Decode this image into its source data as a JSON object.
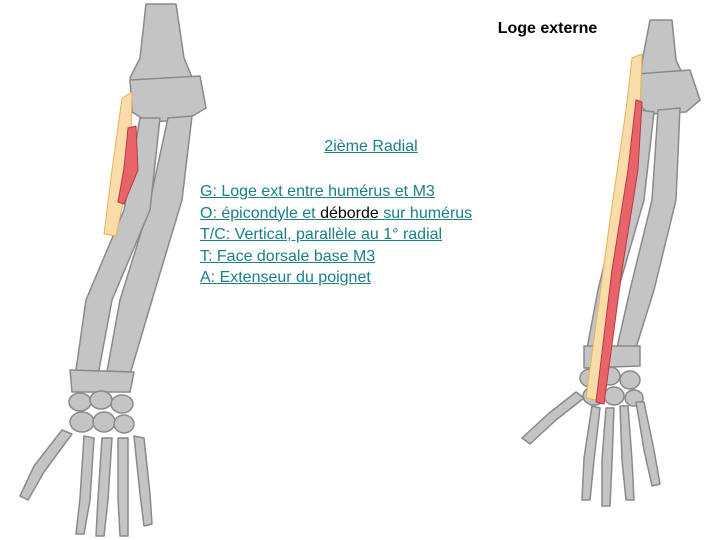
{
  "heading": "Loge externe",
  "muscle_title": "2ième Radial",
  "facts": [
    {
      "parts": [
        "G: Loge ext entre humérus et M3"
      ]
    },
    {
      "parts": [
        "O: épicondyle et ",
        "déborde",
        " sur humérus"
      ]
    },
    {
      "parts": [
        "T/C: Vertical, parallèle au 1° radial"
      ]
    },
    {
      "parts": [
        "T: Face dorsale base M3"
      ]
    },
    {
      "parts": [
        "A: Extenseur du poignet"
      ]
    }
  ],
  "colors": {
    "bone": "#c4c4c4",
    "bone_outline": "#8a8a8a",
    "tendon": "#f9dcaa",
    "muscle": "#e8646a",
    "text_link": "#1b7f86"
  }
}
